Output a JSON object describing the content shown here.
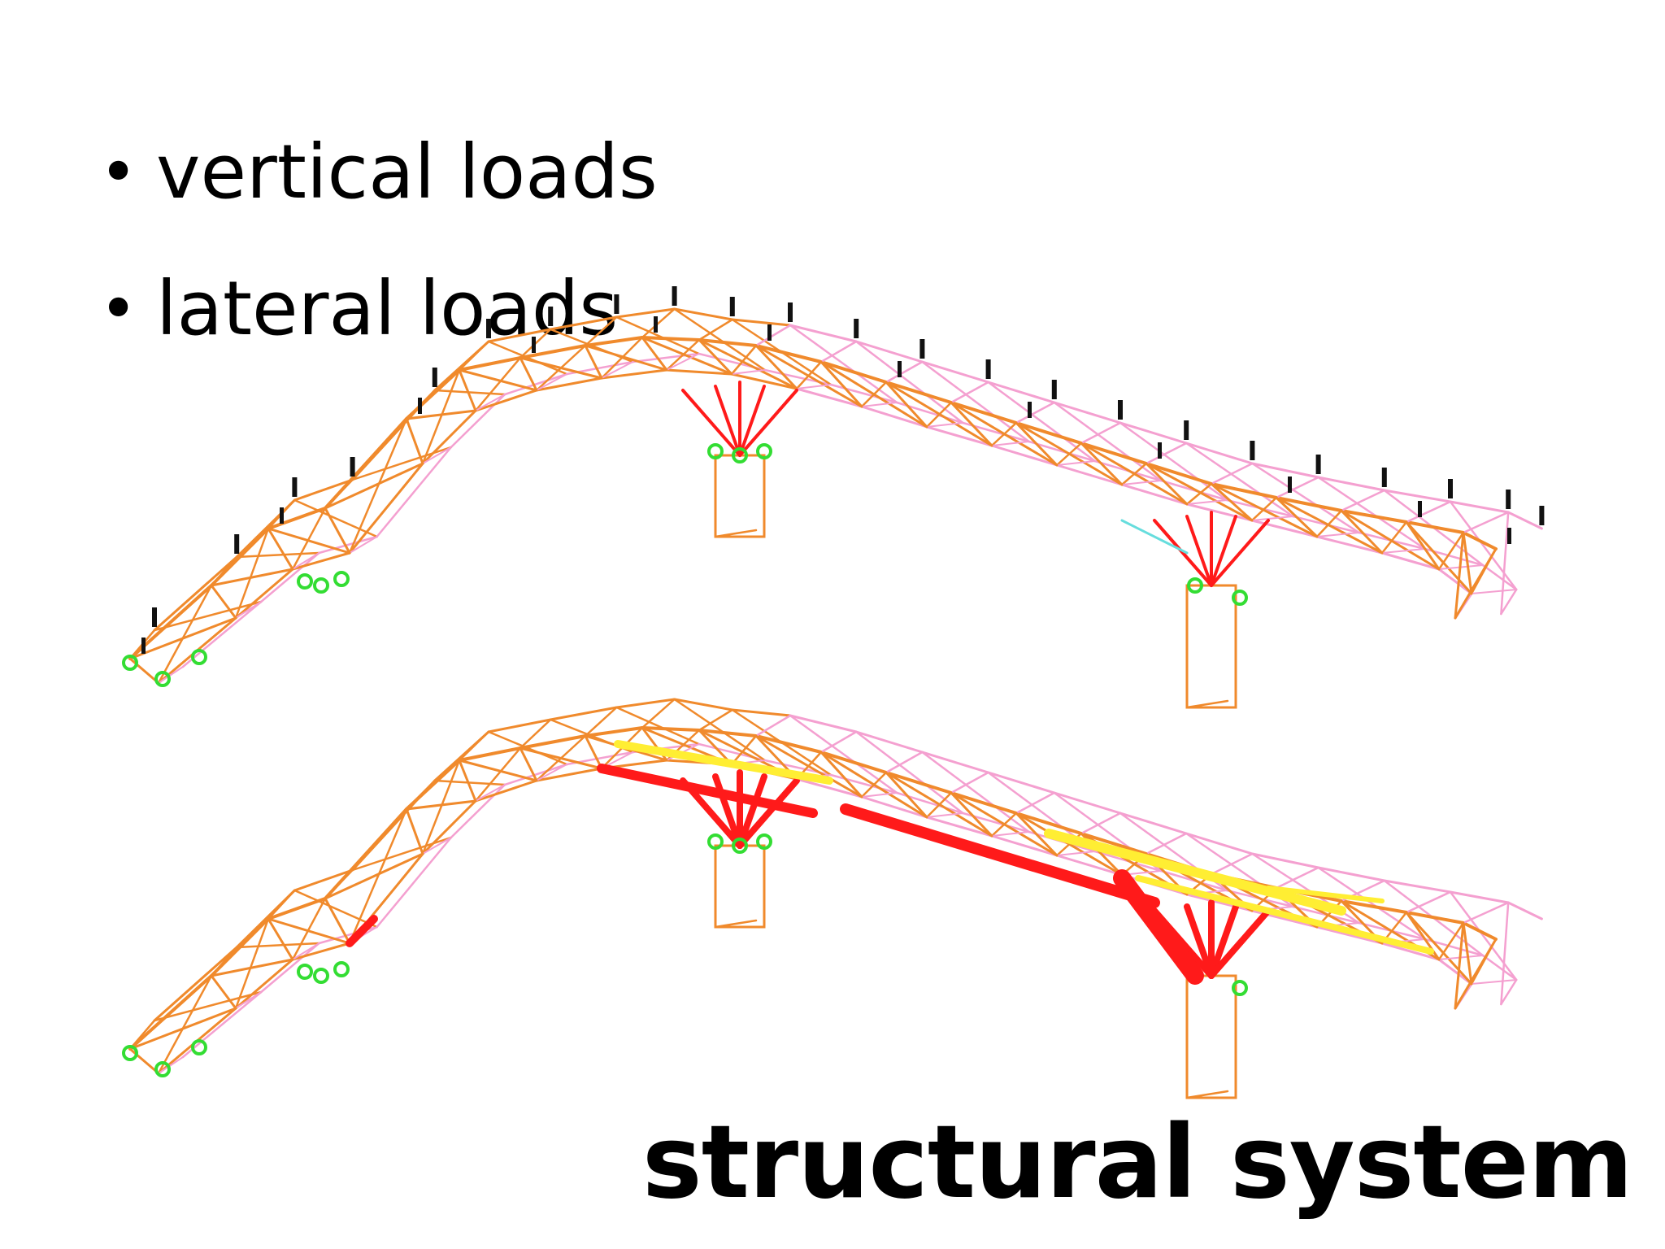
{
  "slide": {
    "bullets": [
      {
        "text": "vertical loads"
      },
      {
        "text": "lateral loads"
      }
    ],
    "title": "structural system"
  },
  "models": [
    {
      "id": "vertical-loads-model",
      "icon": "truss-model-vertical-loads"
    },
    {
      "id": "lateral-loads-model",
      "icon": "truss-model-lateral-loads"
    }
  ],
  "colors": {
    "truss": "#f08a2c",
    "truss_light": "#f4a0d0",
    "force_compression": "#ff1a1a",
    "force_tension": "#ffee33",
    "support": "#33dd33",
    "load_arrow": "#111111",
    "accent_line": "#66dddd"
  }
}
